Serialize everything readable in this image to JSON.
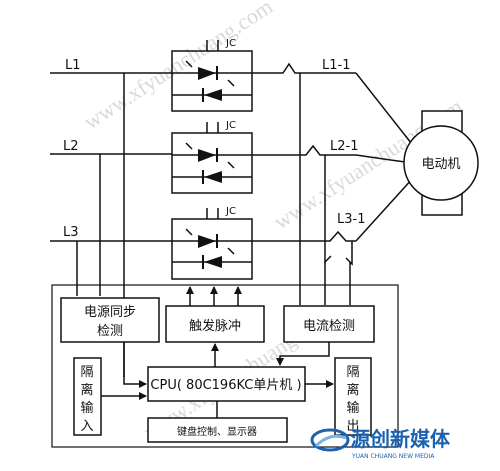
{
  "lines": {
    "l1": "L1",
    "l2": "L2",
    "l3": "L3",
    "l1_out": "L1-1",
    "l2_out": "L2-1",
    "l3_out": "L3-1"
  },
  "thyristor": {
    "label": "JC"
  },
  "motor": {
    "label": "电动机"
  },
  "blocks": {
    "sync_detect": [
      "电源同步",
      "检测"
    ],
    "trigger_pulse": "触发脉冲",
    "current_detect": "电流检测",
    "cpu": "CPU( 80C196KC单片机 )",
    "isolated_input": [
      "隔",
      "离",
      "输",
      "入"
    ],
    "isolated_output": [
      "隔",
      "离",
      "输",
      "出"
    ],
    "keyboard_display": "键盘控制、显示器"
  },
  "watermark": {
    "text_1": "www.xfyuanchuang.com",
    "text_2": "www.xfyuanchuang.com",
    "text_3": "www.xfyuanchuang.com"
  },
  "logo": {
    "name": "源创新媒体",
    "subtitle": "YUAN CHUANG NEW MEDIA",
    "brand_color": "#1a62b0"
  }
}
